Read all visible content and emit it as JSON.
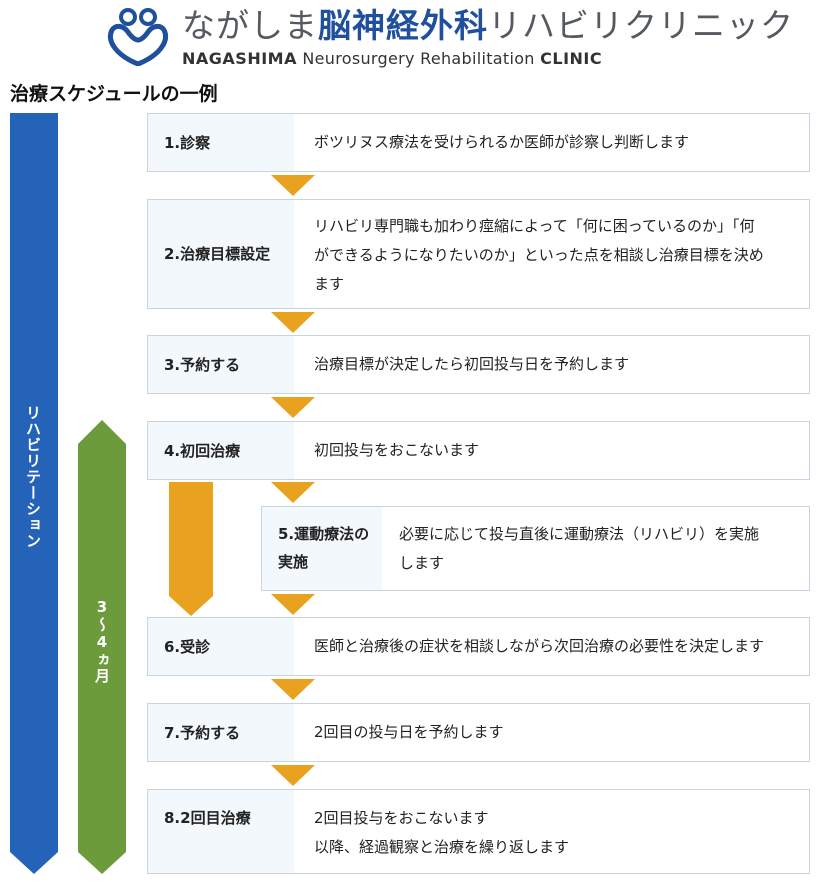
{
  "header": {
    "brand_part1": "ながしま",
    "brand_part2": "脳神経外科",
    "brand_part3": "リハビリクリニック",
    "sub_bold1": "NAGASHIMA",
    "sub_normal": "Neurosurgery Rehabilitation",
    "sub_bold2": "CLINIC"
  },
  "title": "治療スケジュールの一例",
  "side": {
    "blue_label": "リハビリテーション",
    "green_label": "3〜4ヵ月",
    "colors": {
      "blue": "#2563b8",
      "green": "#6c9b3c",
      "orange": "#e8a21f"
    }
  },
  "steps": [
    {
      "label": "1.診察",
      "text": "ボツリヌス療法を受けられるか医師が診察し判断します"
    },
    {
      "label": "2.治療目標設定",
      "lines": [
        "リハビリ専門職も加わり痙縮によって「何に困っているのか」「何",
        "ができるようになりたいのか」といった点を相談し治療目標を決め",
        "ます"
      ]
    },
    {
      "label": "3.予約する",
      "text": "治療目標が決定したら初回投与日を予約します"
    },
    {
      "label": "4.初回治療",
      "text": "初回投与をおこないます"
    },
    {
      "label_lines": [
        "5.運動療法の",
        "実施"
      ],
      "lines": [
        "必要に応じて投与直後に運動療法（リハビリ）を実施",
        "します"
      ]
    },
    {
      "label": "6.受診",
      "text": "医師と治療後の症状を相談しながら次回治療の必要性を決定します"
    },
    {
      "label": "7.予約する",
      "text": "2回目の投与日を予約します"
    },
    {
      "label": "8.2回目治療",
      "lines": [
        "2回目投与をおこないます",
        "以降、経過観察と治療を繰り返します"
      ]
    }
  ]
}
